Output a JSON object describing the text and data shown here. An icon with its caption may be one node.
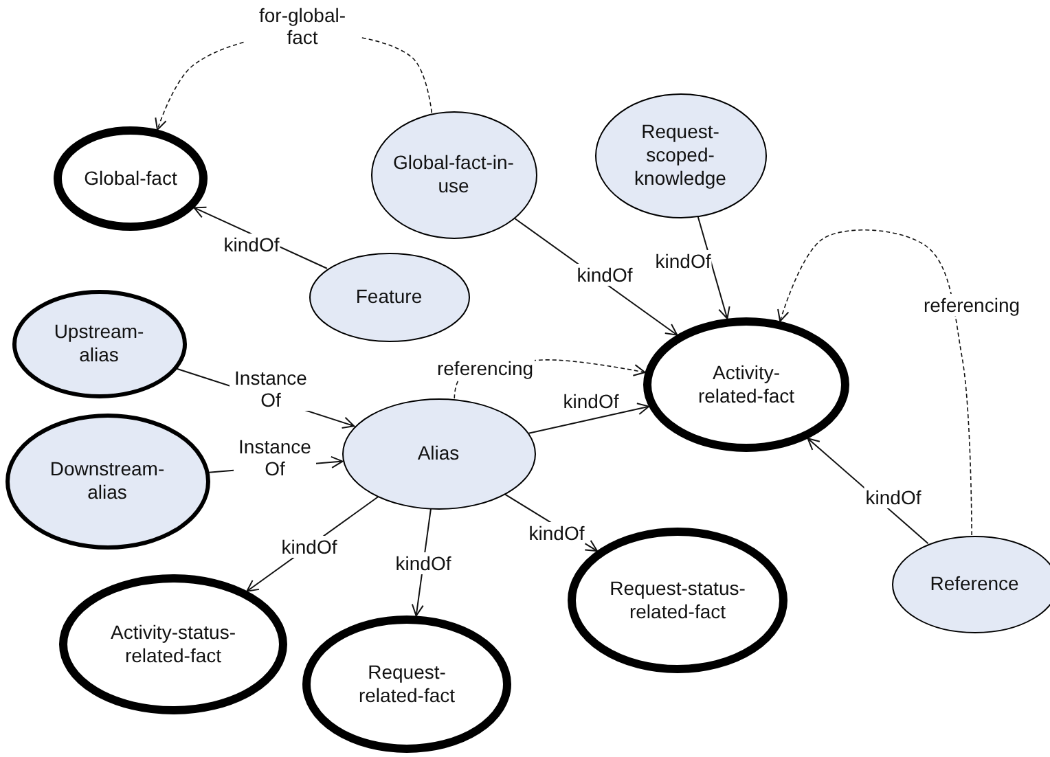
{
  "diagram": {
    "nodes": [
      {
        "text": [
          "Global-fact"
        ]
      },
      {
        "text": [
          "Global-fact-in-use"
        ]
      },
      {
        "text": [
          "Request-scoped-knowledge"
        ]
      },
      {
        "text": [
          "Feature"
        ]
      },
      {
        "text": [
          "Upstream-alias"
        ]
      },
      {
        "text": [
          "Activity-related-fact"
        ]
      },
      {
        "text": [
          "Alias"
        ]
      },
      {
        "text": [
          "Downstream-alias"
        ]
      },
      {
        "text": [
          "Reference"
        ]
      },
      {
        "text": [
          "Request-status-related-fact"
        ]
      },
      {
        "text": [
          "Activity-status-related-fact"
        ]
      },
      {
        "text": [
          "Request-related-fact"
        ]
      }
    ],
    "edges": [
      {
        "from": 1,
        "to": 0,
        "arrow": "to",
        "label": "for-global-fact",
        "style": "dashed"
      },
      {
        "from": 3,
        "to": 0,
        "arrow": "to",
        "label": "kindOf"
      },
      {
        "from": 1,
        "to": 5,
        "arrow": "to",
        "label": "kindOf"
      },
      {
        "from": 2,
        "to": 5,
        "arrow": "to",
        "label": "kindOf"
      },
      {
        "from": 8,
        "to": 5,
        "arrow": "to",
        "label": "referencing",
        "style": "dashed"
      },
      {
        "from": 6,
        "to": 5,
        "arrow": "to",
        "label": "referencing",
        "style": "dashed"
      },
      {
        "from": 4,
        "to": 6,
        "arrow": "to",
        "label": "Instance Of"
      },
      {
        "from": 7,
        "to": 6,
        "arrow": "to",
        "label": "Instance Of"
      },
      {
        "from": 6,
        "to": 5,
        "arrow": "to",
        "label": "kindOf"
      },
      {
        "from": 6,
        "to": 10,
        "arrow": "to",
        "label": "kindOf"
      },
      {
        "from": 6,
        "to": 11,
        "arrow": "to",
        "label": "kindOf"
      },
      {
        "from": 6,
        "to": 9,
        "arrow": "to",
        "label": "kindOf"
      },
      {
        "from": 8,
        "to": 5,
        "arrow": "to",
        "label": "kindOf"
      }
    ]
  }
}
